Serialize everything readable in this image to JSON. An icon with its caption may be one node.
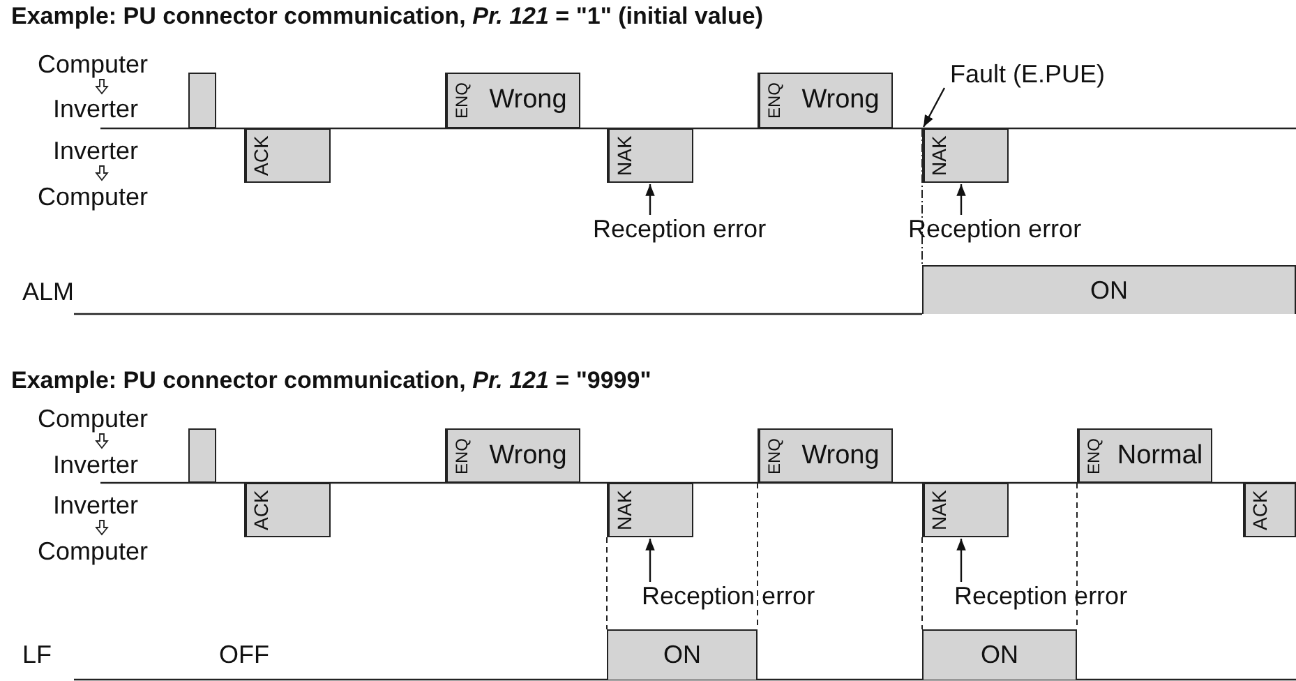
{
  "diagram": {
    "nodes": [
      {
        "text": [],
        "shape": "box"
      },
      {
        "text": [
          "ACK"
        ]
      },
      {
        "text": [
          "ENQ",
          "Wrong"
        ]
      },
      {
        "text": [
          "NAK"
        ]
      },
      {
        "text": [
          "Reception error"
        ]
      },
      {
        "text": [
          "ENQ",
          "Wrong"
        ]
      },
      {
        "text": [
          "NAK"
        ]
      },
      {
        "text": [
          "Fault (E.PUE)"
        ]
      },
      {
        "text": [
          "Reception error"
        ]
      },
      {
        "text": [
          "ON"
        ]
      },
      {
        "text": [],
        "shape": "box"
      },
      {
        "text": [
          "ACK"
        ]
      },
      {
        "text": [
          "ENQ",
          "Wrong"
        ]
      },
      {
        "text": [
          "NAK"
        ]
      },
      {
        "text": [
          "ENQ",
          "Wrong"
        ]
      },
      {
        "text": [
          "NAK"
        ]
      },
      {
        "text": [
          "ENQ",
          "Normal"
        ]
      },
      {
        "text": [
          "ACK"
        ]
      },
      {
        "text": [
          "Reception error"
        ]
      },
      {
        "text": [
          "Reception error"
        ]
      },
      {
        "text": [
          "ON"
        ]
      },
      {
        "text": [
          "ON"
        ]
      }
    ],
    "edges": [
      {
        "from": 4,
        "to": 3,
        "arrow": "to"
      },
      {
        "from": 7,
        "to": 6,
        "arrow": "to"
      },
      {
        "from": 8,
        "to": 6,
        "arrow": "to"
      },
      {
        "from": 18,
        "to": 13,
        "arrow": "to"
      },
      {
        "from": 19,
        "to": 15,
        "arrow": "to"
      }
    ],
    "labels": [
      "Example: PU connector communication, *Pr. 121* = \"1\" (initial value)",
      "Computer",
      "Inverter",
      "Inverter",
      "Computer",
      "ALM",
      "Example: PU connector communication, *Pr. 121* = \"9999\"",
      "Computer",
      "Inverter",
      "Inverter",
      "Computer",
      "LF",
      "OFF"
    ]
  }
}
